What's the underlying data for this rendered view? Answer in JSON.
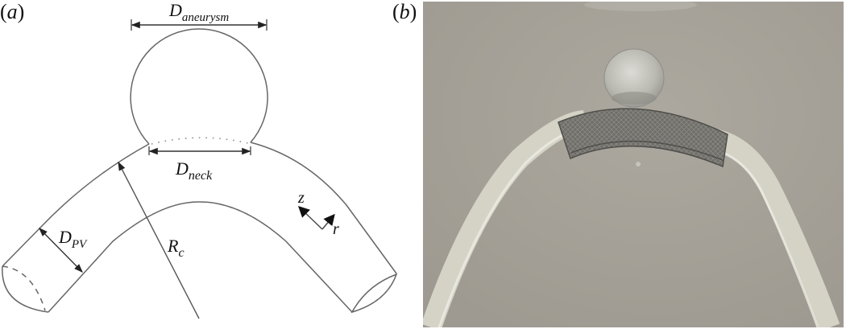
{
  "figure": {
    "panels": [
      {
        "id": "a",
        "label_open": "(",
        "label_letter": "a",
        "label_close": ")",
        "type": "schematic",
        "annotations": {
          "aneurysm_diameter": {
            "symbol": "D",
            "subscript": "aneurysm"
          },
          "neck_diameter": {
            "symbol": "D",
            "subscript": "neck"
          },
          "parent_vessel_diameter": {
            "symbol": "D",
            "subscript": "PV"
          },
          "curvature_radius": {
            "symbol": "R",
            "subscript": "c"
          },
          "axis_axial": "z",
          "axis_radial": "r"
        }
      },
      {
        "id": "b",
        "label_open": "(",
        "label_letter": "b",
        "label_close": ")",
        "type": "photograph",
        "description": "Curved transparent tube phantom with spherical aneurysm and a mesh stent deployed at the bend",
        "colors": {
          "background": "#a7a39a",
          "tube": "#d9d8cc",
          "stent": "#6e6d68",
          "aneurysm_bulb": "#cfcfc8"
        }
      }
    ]
  }
}
